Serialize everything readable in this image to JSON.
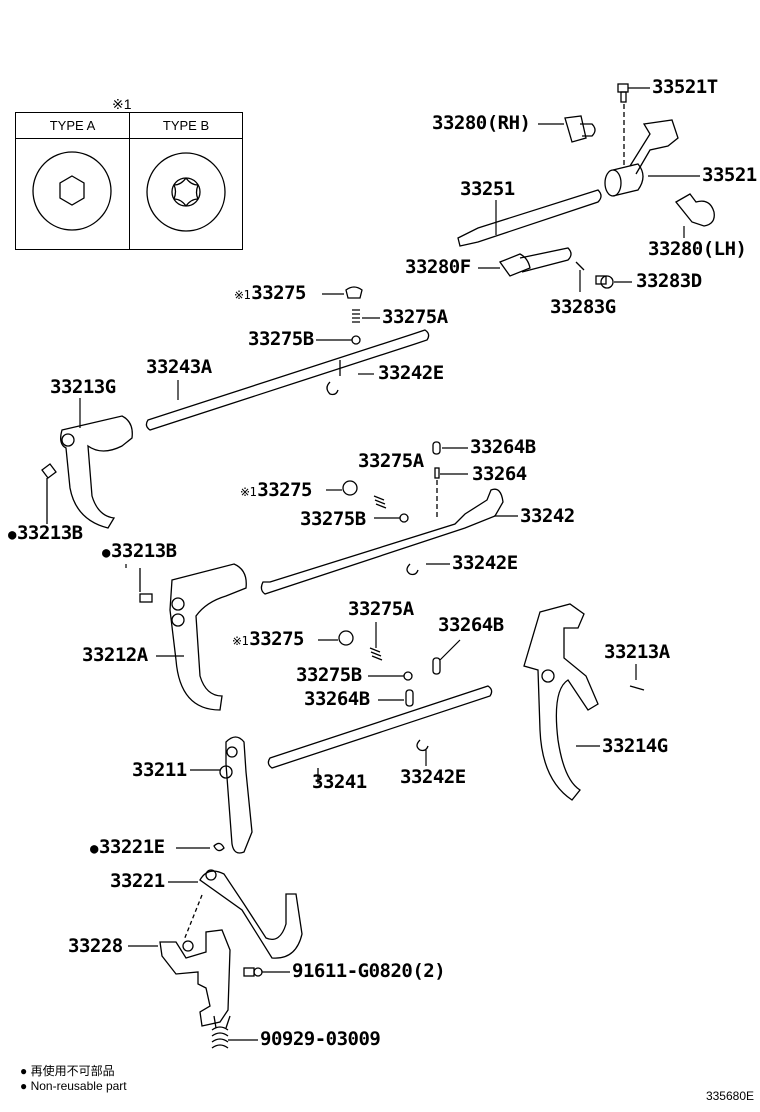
{
  "diagram": {
    "type_table": {
      "title": "※1",
      "columns": [
        {
          "label": "TYPE A",
          "head": "hex-socket"
        },
        {
          "label": "TYPE B",
          "head": "torx-socket"
        }
      ]
    },
    "parts": {
      "p33521T": "33521T",
      "p33280RH": "33280(RH)",
      "p33521": "33521",
      "p33251": "33251",
      "p33280LH": "33280(LH)",
      "p33280F": "33280F",
      "p33283D": "33283D",
      "p33283G": "33283G",
      "p33275_top": "33275",
      "p33275A_top": "33275A",
      "p33275B_top": "33275B",
      "p33243A": "33243A",
      "p33242E_top": "33242E",
      "p33213G": "33213G",
      "p33264B_mid": "33264B",
      "p33275A_mid": "33275A",
      "p33264": "33264",
      "p33275_mid": "33275",
      "p33242": "33242",
      "p33275B_mid": "33275B",
      "p33213B_left": "33213B",
      "p33213B_mid": "33213B",
      "p33242E_mid": "33242E",
      "p33275A_low": "33275A",
      "p33264B_low_r": "33264B",
      "p33275_low": "33275",
      "p33213A": "33213A",
      "p33212A": "33212A",
      "p33275B_low": "33275B",
      "p33264B_low_l": "33264B",
      "p33214G": "33214G",
      "p33211": "33211",
      "p33241": "33241",
      "p33242E_low": "33242E",
      "p33221E": "33221E",
      "p33221": "33221",
      "p33228": "33228",
      "p91611": "91611-G0820(2)",
      "p90929": "90929-03009"
    },
    "markers": {
      "asterisk": "※1",
      "dot": "●"
    },
    "legend": {
      "jp": "● 再使用不可部品",
      "en": "● Non-reusable part"
    },
    "figure_code": "335680E"
  }
}
